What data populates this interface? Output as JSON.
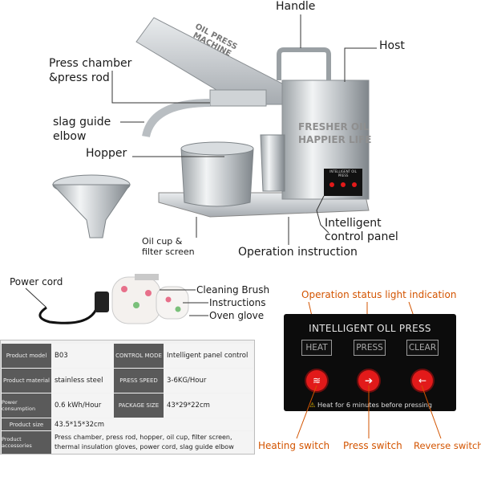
{
  "machine_callouts": {
    "handle": "Handle",
    "host": "Host",
    "press_chamber_line1": "Press chamber",
    "press_chamber_line2": "&press rod",
    "slag_guide_line1": "slag guide",
    "slag_guide_line2": "elbow",
    "hopper": "Hopper",
    "oil_cup_line1": "Oil cup &",
    "oil_cup_line2": "filter screen",
    "intelligent_line1": "Intelligent",
    "intelligent_line2": "control panel",
    "operation_instruction": "Operation instruction"
  },
  "machine_body": {
    "side_text_line1": "OIL PRESS",
    "side_text_line2": "MACHINE",
    "front_text_line1": "FRESHER OIL",
    "front_text_line2": "HAPPIER LIFE",
    "mini_panel_title": "INTELLIGENT OIL PRESS"
  },
  "accessories": {
    "power_cord": "Power cord",
    "cleaning_brush": "Cleaning Brush",
    "instructions": "Instructions",
    "oven_glove": "Oven glove"
  },
  "specs": {
    "rows": [
      {
        "k1": "Product model",
        "v1": "B03",
        "k2": "CONTROL MODE",
        "v2": "Intelligent panel control"
      },
      {
        "k1": "Product material",
        "v1": "stainless steel",
        "k2": "PRESS SPEED",
        "v2": "3-6KG/Hour"
      },
      {
        "k1": "Power consumption",
        "v1": "0.6 kWh/Hour",
        "k2": "PACKAGE SIZE",
        "v2": "43*29*22cm"
      }
    ],
    "size_key": "Product size",
    "size_value": "43.5*15*32cm",
    "accessories_key": "Product accessories",
    "accessories_line1": "Press chamber, press rod, hopper, oil cup, filter screen,",
    "accessories_line2": "thermal insulation gloves, power cord, slag guide elbow"
  },
  "control_panel": {
    "status_label": "Operation status light indication",
    "title": "INTELLIGENT OLL PRESS",
    "heat": "HEAT",
    "press": "PRESS",
    "clear": "CLEAR",
    "warning": "Heat for 6 minutes before pressing",
    "heating_switch": "Heating switch",
    "press_switch": "Press switch",
    "reverse_switch": "Reverse switch"
  },
  "colors": {
    "accent": "#d35400",
    "button_red": "#e21a1a",
    "panel": "#0c0c0c"
  }
}
